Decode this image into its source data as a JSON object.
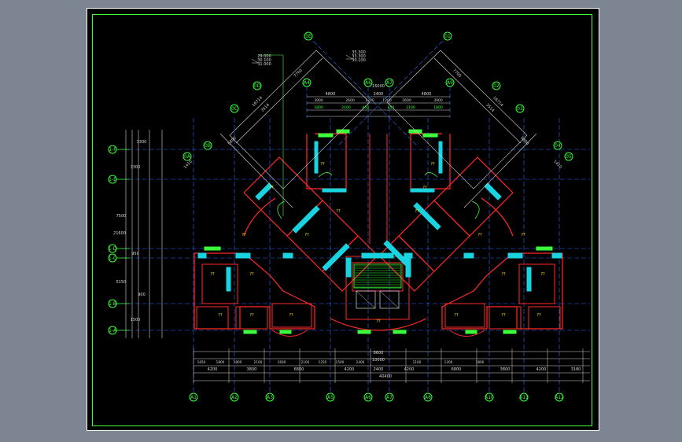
{
  "colors": {
    "background": "#000000",
    "frame": "#39ff3a",
    "wall": "#ff2a2a",
    "column": "#19d3e0",
    "dimension": "#d8d8d8",
    "axis": "#2d6bff",
    "fixture": "#3cff3c",
    "yellow": "#ffe600"
  },
  "elevations": {
    "left": [
      "29.000",
      "30.100",
      "31.000"
    ],
    "top": [
      "35.300",
      "33.300",
      "30.100"
    ]
  },
  "grid_axes_bottom": [
    "A1",
    "A2",
    "A3",
    "A5",
    "A6",
    "A7",
    "A8",
    "A10",
    "A11",
    "A12"
  ],
  "grid_axes_top": [
    "A4",
    "A6",
    "A7",
    "A9"
  ],
  "grid_axes_left": [
    "1-F",
    "1-E",
    "1-D",
    "1-C",
    "1-B",
    "1-A"
  ],
  "grid_axes_diagonal": [
    "0E",
    "01",
    "0D",
    "02",
    "0C",
    "03",
    "0B",
    "04",
    "0A",
    "05"
  ],
  "top_dims": {
    "overall": "16000",
    "row1": [
      "4800",
      "2400",
      "4800"
    ],
    "row2": [
      "3900",
      "2600",
      "1200",
      "1200",
      "2600",
      "3900"
    ],
    "row3": [
      "1800",
      "2100",
      "850",
      "850",
      "2100",
      "1800"
    ]
  },
  "diag_dims": [
    "7700",
    "7700",
    "16714",
    "16714",
    "3514",
    "3514",
    "5890",
    "5890",
    "1410",
    "1410"
  ],
  "bottom_dims": {
    "overall": "40400",
    "subtotal": "8600",
    "mid": "10000",
    "row1": [
      "4200",
      "3800",
      "6800",
      "4200",
      "2400",
      "4200",
      "6800",
      "3800",
      "4200",
      "3180"
    ],
    "row2": [
      "1650",
      "1800",
      "1800",
      "2100",
      "1600",
      "2100",
      "1250",
      "1500",
      "2400",
      "2100",
      "1200",
      "1800"
    ]
  },
  "left_dims": {
    "overall": "21600",
    "items": [
      "3300",
      "7500",
      "950",
      "5150",
      "3300",
      "900",
      "1500"
    ]
  },
  "labels": {
    "room": "??"
  }
}
